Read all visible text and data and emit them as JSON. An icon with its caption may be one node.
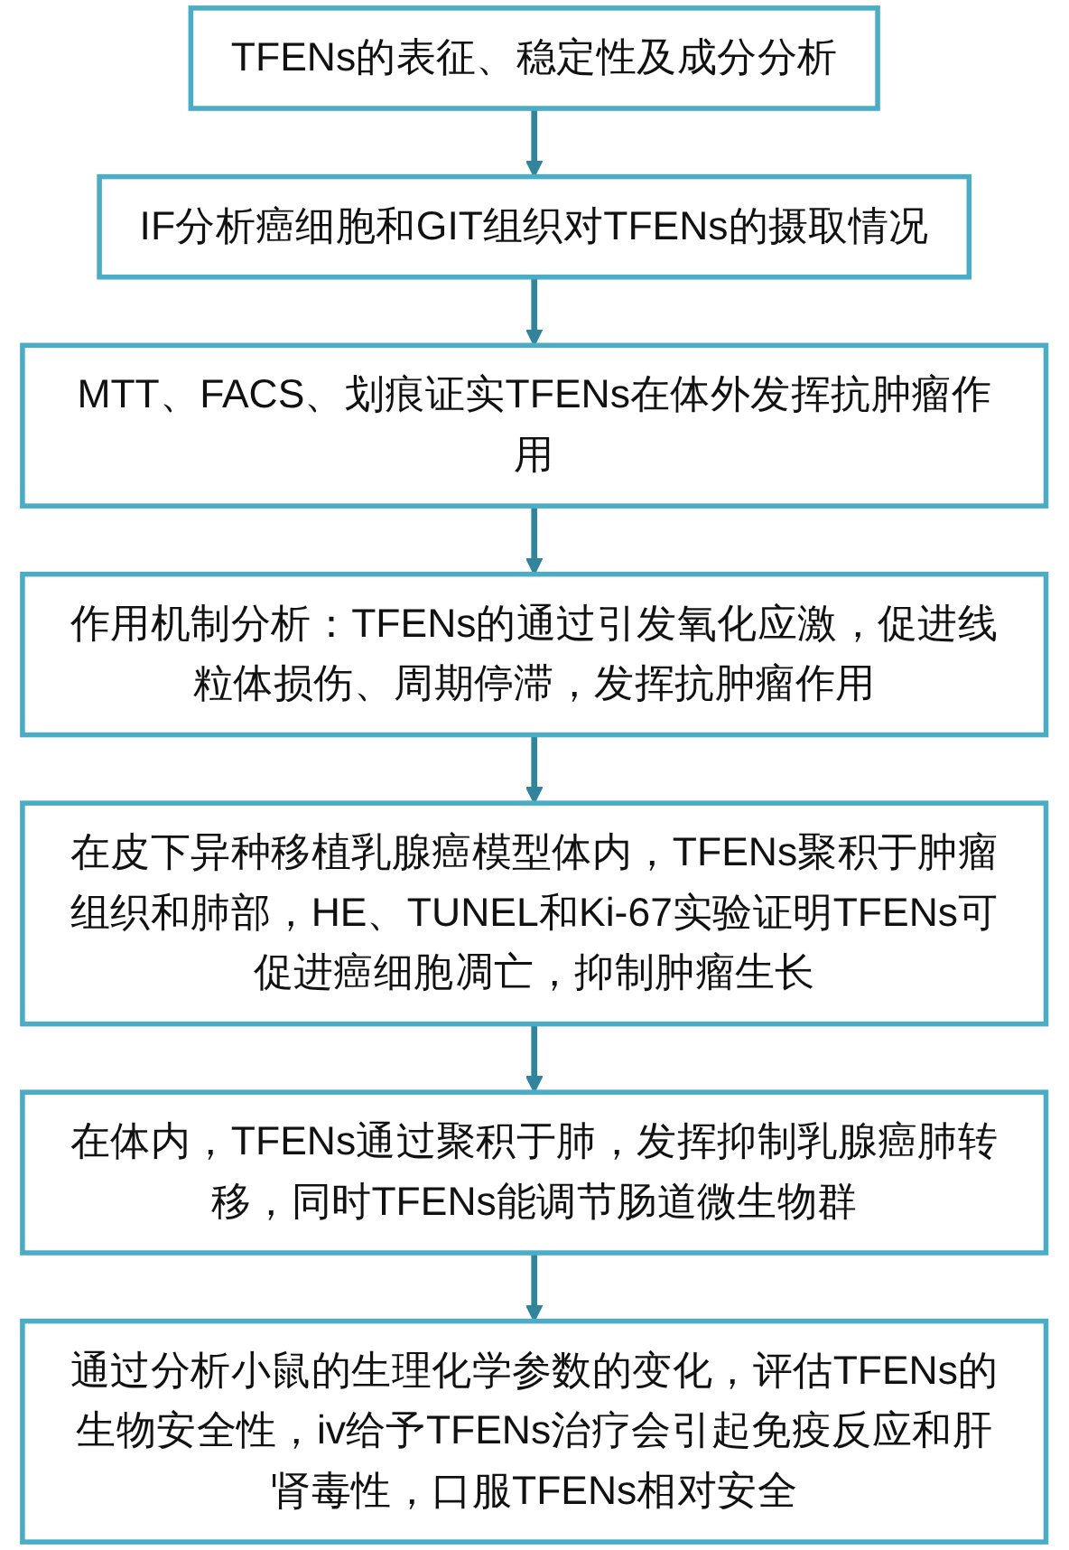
{
  "diagram": {
    "nodes": [
      {
        "text": [
          "TFENs的表征、稳定性及成分分析"
        ]
      },
      {
        "text": [
          "IF分析癌细胞和GIT组织对TFENs的摄取情况"
        ]
      },
      {
        "text": [
          "MTT、FACS、划痕证实TFENs在体外发挥抗肿瘤作用"
        ]
      },
      {
        "text": [
          "作用机制分析：TFENs的通过引发氧化应激，促进线粒体损伤、周期停滞，发挥抗肿瘤作用"
        ]
      },
      {
        "text": [
          "在皮下异种移植乳腺癌模型体内，TFENs聚积于肿瘤组织和肺部，HE、TUNEL和Ki-67实验证明TFENs可促进癌细胞凋亡，抑制肿瘤生长"
        ]
      },
      {
        "text": [
          "在体内，TFENs通过聚积于肺，发挥抑制乳腺癌肺转移，同时TFENs能调节肠道微生物群"
        ]
      },
      {
        "text": [
          "通过分析小鼠的生理化学参数的变化，评估TFENs的生物安全性，iv给予TFENs治疗会引起免疫反应和肝肾毒性，口服TFENs相对安全"
        ]
      }
    ],
    "edges": [
      {
        "from": 0,
        "to": 1,
        "arrow": "to"
      },
      {
        "from": 1,
        "to": 2,
        "arrow": "to"
      },
      {
        "from": 2,
        "to": 3,
        "arrow": "to"
      },
      {
        "from": 3,
        "to": 4,
        "arrow": "to"
      },
      {
        "from": 4,
        "to": 5,
        "arrow": "to"
      },
      {
        "from": 5,
        "to": 6,
        "arrow": "to"
      }
    ]
  }
}
